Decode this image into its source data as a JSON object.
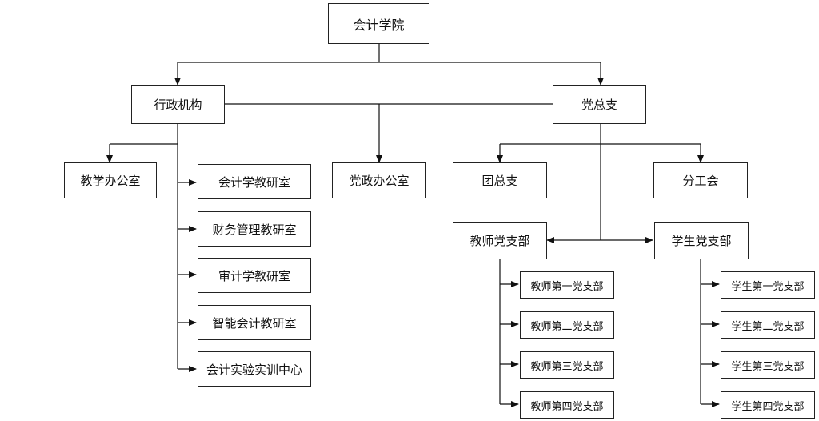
{
  "org_chart": {
    "root": "会计学院",
    "branches": {
      "admin": "行政机构",
      "party": "党总支"
    },
    "admin_units": {
      "teaching_office": "教学办公室",
      "party_office": "党政办公室",
      "research_rooms": [
        "会计学教研室",
        "财务管理教研室",
        "审计学教研室",
        "智能会计教研室",
        "会计实验实训中心"
      ]
    },
    "party_units": {
      "youth_league": "团总支",
      "union": "分工会",
      "teacher_branch": "教师党支部",
      "student_branch": "学生党支部",
      "teacher_sub_branches": [
        "教师第一党支部",
        "教师第二党支部",
        "教师第三党支部",
        "教师第四党支部"
      ],
      "student_sub_branches": [
        "学生第一党支部",
        "学生第二党支部",
        "学生第三党支部",
        "学生第四党支部"
      ]
    }
  }
}
